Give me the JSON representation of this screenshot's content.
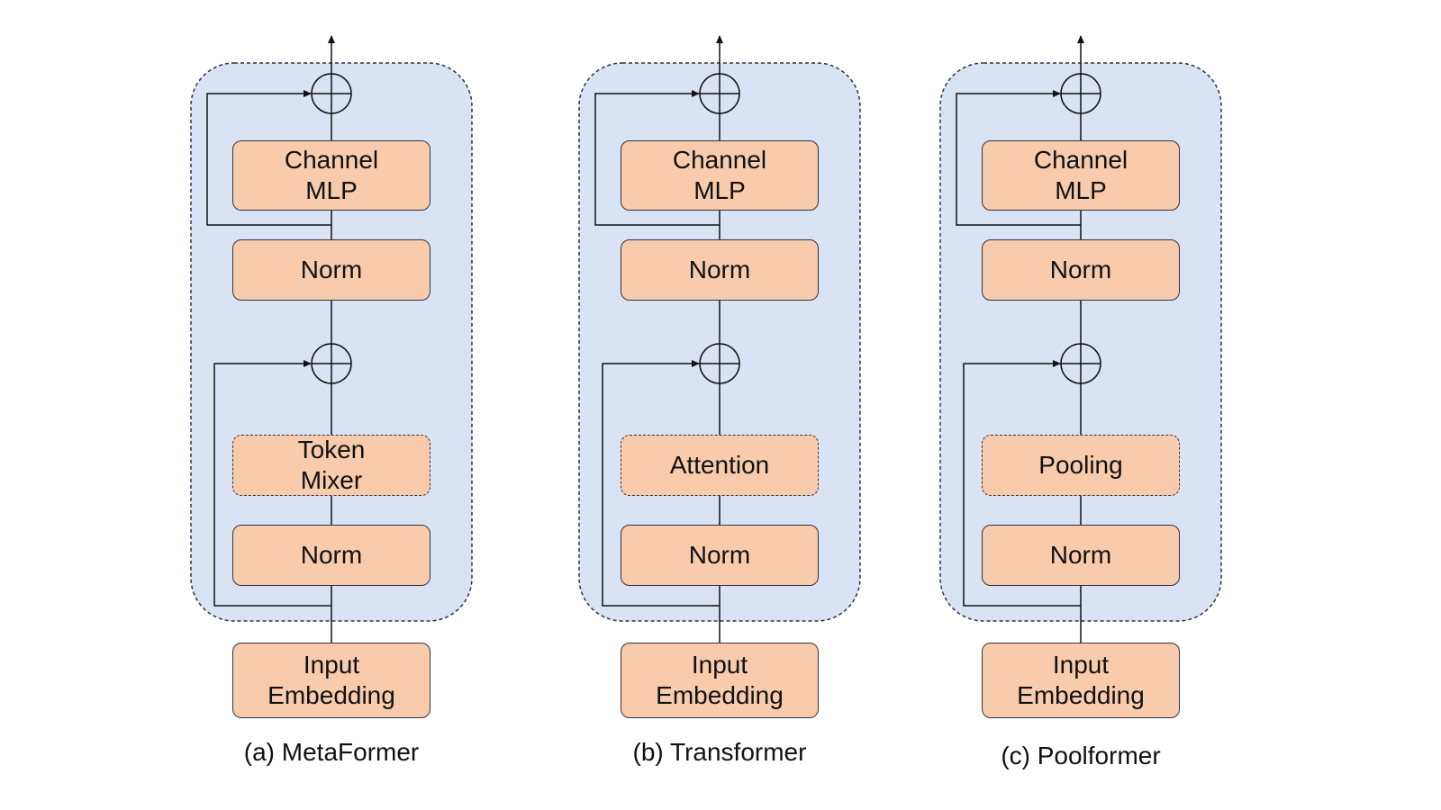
{
  "colors": {
    "container_fill": "#dae3f3",
    "container_stroke": "#2f3542",
    "block_fill": "#f8cbad",
    "line": "#111111"
  },
  "panels": [
    {
      "caption": "(a) MetaFormer",
      "channel_mlp": "Channel\nMLP",
      "norm_top": "Norm",
      "mixer": "Token\nMixer",
      "norm_bottom": "Norm",
      "input": "Input\nEmbedding"
    },
    {
      "caption": "(b) Transformer",
      "channel_mlp": "Channel\nMLP",
      "norm_top": "Norm",
      "mixer": "Attention",
      "norm_bottom": "Norm",
      "input": "Input\nEmbedding"
    },
    {
      "caption": "(c) Poolformer",
      "channel_mlp": "Channel\nMLP",
      "norm_top": "Norm",
      "mixer": "Pooling",
      "norm_bottom": "Norm",
      "input": "Input\nEmbedding"
    }
  ]
}
